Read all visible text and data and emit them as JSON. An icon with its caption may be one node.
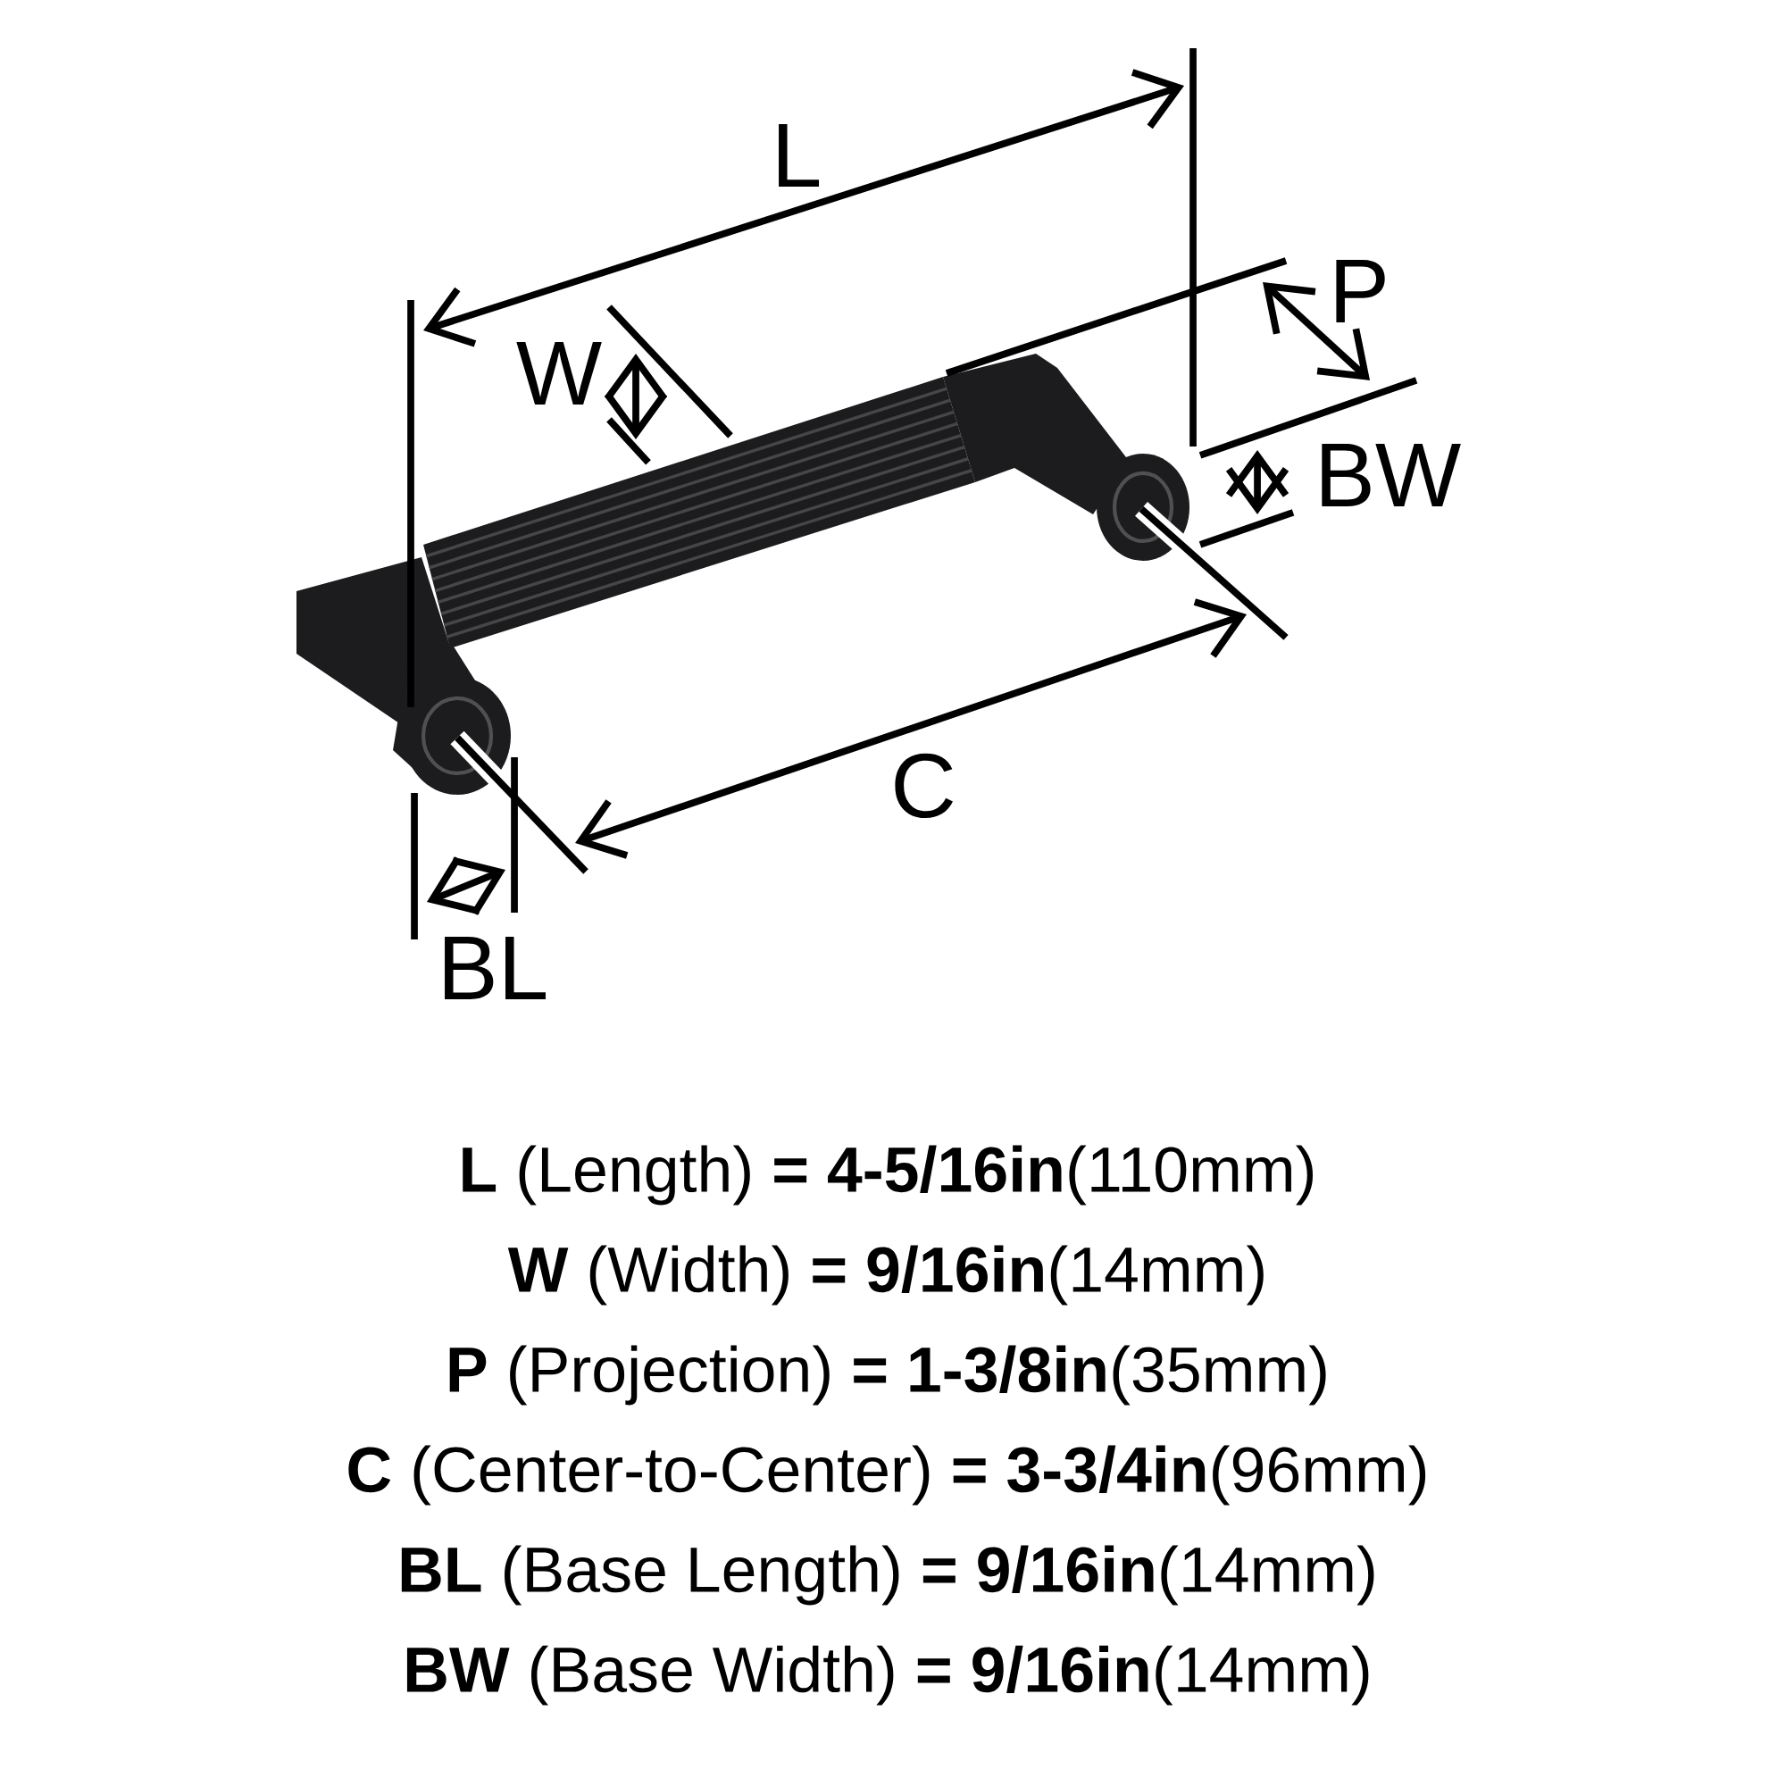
{
  "diagram": {
    "labels": [
      "L",
      "W",
      "P",
      "BW",
      "C",
      "BL",
      "**L** (Length) **= 4-5/16in**(110mm)",
      "**W** (Width) **= 9/16in**(14mm)",
      "**P** (Projection) **= 1-3/8in**(35mm)",
      "**C** (Center-to-Center) **= 3-3/4in**(96mm)",
      "**BL** (Base Length) **= 9/16in**(14mm)",
      "**BW** (Base Width) **= 9/16in**(14mm)"
    ]
  }
}
